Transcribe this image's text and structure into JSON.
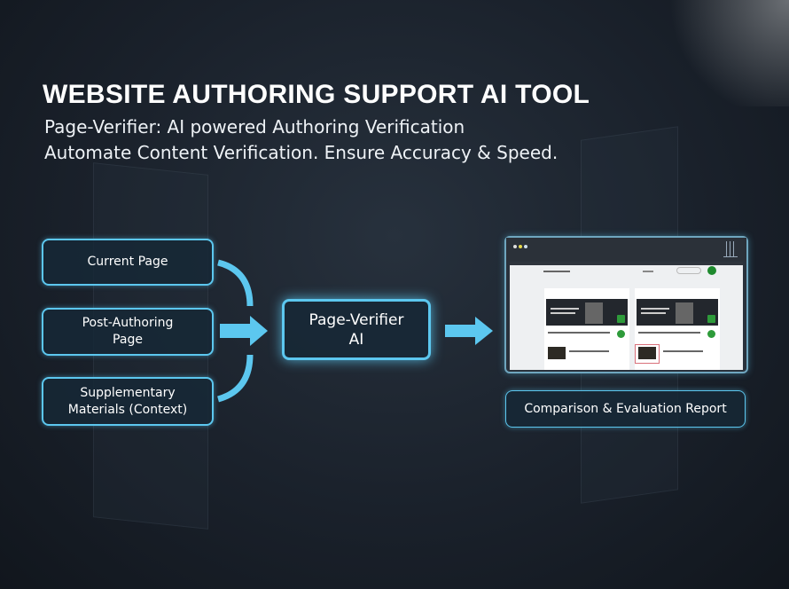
{
  "header": {
    "title": "WEBSITE AUTHORING SUPPORT AI TOOL",
    "subtitle1": "Page-Verifier: AI powered Authoring Verification",
    "subtitle2": "Automate Content Verification. Ensure Accuracy & Speed."
  },
  "inputs": [
    {
      "label": "Current Page"
    },
    {
      "label": "Post-Authoring Page"
    },
    {
      "label": "Supplementary Materials (Context)"
    }
  ],
  "processor": {
    "label": "Page-Verifier AI"
  },
  "output": {
    "label": "Comparison & Evaluation Report"
  },
  "colors": {
    "accent": "#5cc7ef",
    "background": "#1a212b",
    "check": "#2e9b3a",
    "highlight": "#d9707a"
  }
}
